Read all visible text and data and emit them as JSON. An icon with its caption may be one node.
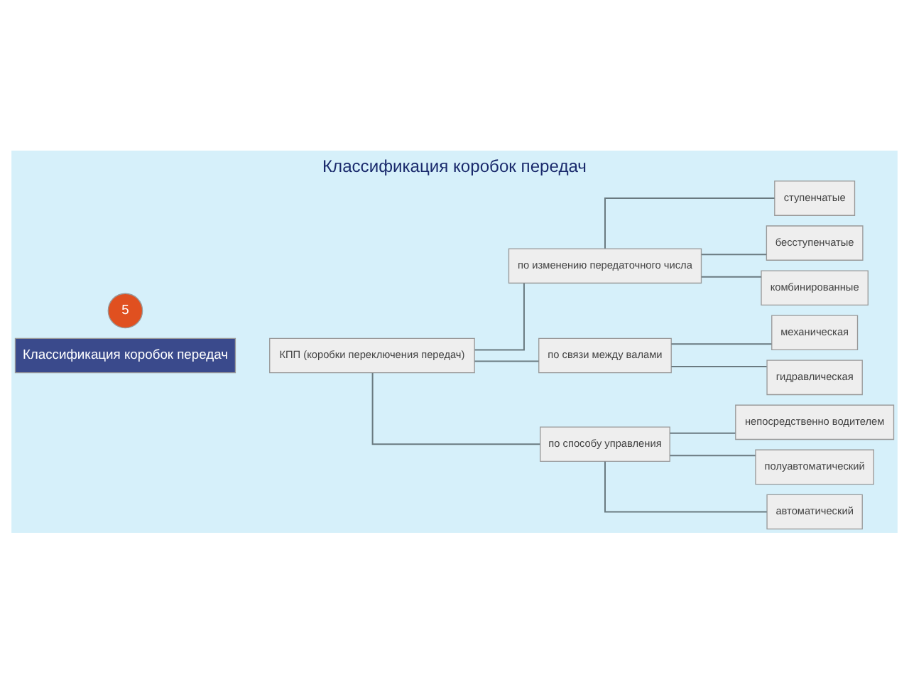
{
  "diagram": {
    "title": "Классификация коробок передач",
    "nodes": [
      {
        "text": [
          "КПП (коробки переключения передач)"
        ]
      },
      {
        "text": [
          "по изменению передаточного числа"
        ]
      },
      {
        "text": [
          "ступенчатые"
        ]
      },
      {
        "text": [
          "бесступенчатые"
        ]
      },
      {
        "text": [
          "комбинированные"
        ]
      },
      {
        "text": [
          "по связи между валами"
        ]
      },
      {
        "text": [
          "механическая"
        ]
      },
      {
        "text": [
          "гидравлическая"
        ]
      },
      {
        "text": [
          "по способу управления"
        ]
      },
      {
        "text": [
          "непосредственно водителем"
        ]
      },
      {
        "text": [
          "полуавтоматический"
        ]
      },
      {
        "text": [
          "автоматический"
        ]
      }
    ],
    "edges": [
      {
        "from": 0,
        "to": 1,
        "arrow": "none"
      },
      {
        "from": 1,
        "to": 2,
        "arrow": "none"
      },
      {
        "from": 1,
        "to": 3,
        "arrow": "none"
      },
      {
        "from": 1,
        "to": 4,
        "arrow": "none"
      },
      {
        "from": 0,
        "to": 5,
        "arrow": "none"
      },
      {
        "from": 5,
        "to": 6,
        "arrow": "none"
      },
      {
        "from": 5,
        "to": 7,
        "arrow": "none"
      },
      {
        "from": 0,
        "to": 8,
        "arrow": "none"
      },
      {
        "from": 8,
        "to": 9,
        "arrow": "none"
      },
      {
        "from": 8,
        "to": 10,
        "arrow": "none"
      },
      {
        "from": 8,
        "to": 11,
        "arrow": "none"
      }
    ],
    "labels": [
      "Классификация коробок передач",
      "5"
    ]
  }
}
